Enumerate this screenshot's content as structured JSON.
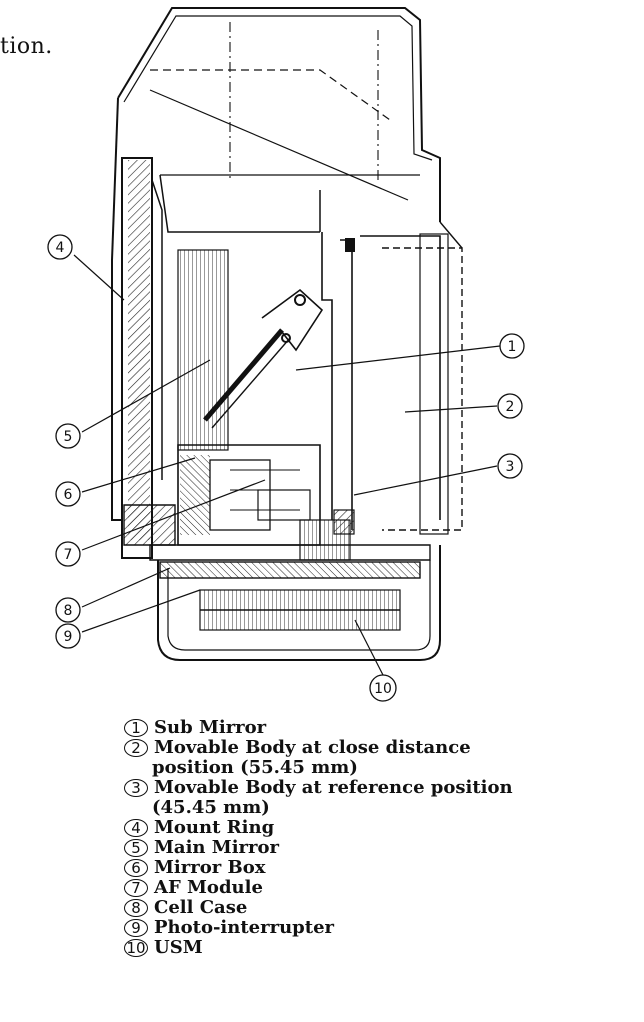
{
  "fragment": {
    "top_text": "tion."
  },
  "callouts": [
    {
      "num": "1"
    },
    {
      "num": "2"
    },
    {
      "num": "3"
    },
    {
      "num": "4"
    },
    {
      "num": "5"
    },
    {
      "num": "6"
    },
    {
      "num": "7"
    },
    {
      "num": "8"
    },
    {
      "num": "9"
    },
    {
      "num": "10"
    }
  ],
  "legend": [
    {
      "num": "1",
      "text": "Sub Mirror"
    },
    {
      "num": "2",
      "text": "Movable Body at close distance",
      "cont": "position (55.45  mm)"
    },
    {
      "num": "3",
      "text": "Movable Body at reference position",
      "cont": "(45.45 mm)"
    },
    {
      "num": "4",
      "text": "Mount Ring"
    },
    {
      "num": "5",
      "text": "Main Mirror"
    },
    {
      "num": "6",
      "text": "Mirror Box"
    },
    {
      "num": "7",
      "text": "AF Module"
    },
    {
      "num": "8",
      "text": "Cell Case"
    },
    {
      "num": "9",
      "text": "Photo-interrupter"
    },
    {
      "num": "10",
      "text": "USM"
    }
  ]
}
